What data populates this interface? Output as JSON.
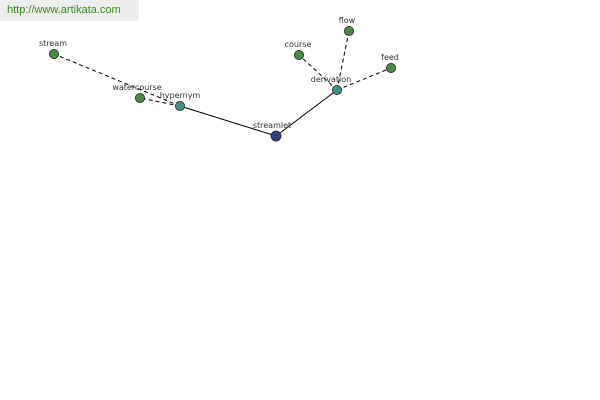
{
  "source": {
    "link_text": "http://www.artikata.com"
  },
  "colors": {
    "center": "#2f3f7d",
    "relation": "#3e8e8a",
    "leaf": "#4a8a46",
    "banner_bg": "#eeeeee",
    "link": "#3b8a1e"
  },
  "graph": {
    "nodes": [
      {
        "id": "streamlet",
        "label": "streamlet",
        "role": "center"
      },
      {
        "id": "hypernym",
        "label": "hypernym",
        "role": "relation"
      },
      {
        "id": "derivation",
        "label": "derivation",
        "role": "relation"
      },
      {
        "id": "watercourse",
        "label": "watercourse",
        "role": "leaf"
      },
      {
        "id": "stream",
        "label": "stream",
        "role": "leaf"
      },
      {
        "id": "course",
        "label": "course",
        "role": "leaf"
      },
      {
        "id": "flow",
        "label": "flow",
        "role": "leaf"
      },
      {
        "id": "feed",
        "label": "feed",
        "role": "leaf"
      }
    ],
    "edges": [
      {
        "from": "streamlet",
        "to": "hypernym",
        "style": "solid"
      },
      {
        "from": "streamlet",
        "to": "derivation",
        "style": "solid"
      },
      {
        "from": "hypernym",
        "to": "watercourse",
        "style": "dashed"
      },
      {
        "from": "hypernym",
        "to": "stream",
        "style": "dashed"
      },
      {
        "from": "derivation",
        "to": "course",
        "style": "dashed"
      },
      {
        "from": "derivation",
        "to": "flow",
        "style": "dashed"
      },
      {
        "from": "derivation",
        "to": "feed",
        "style": "dashed"
      }
    ]
  }
}
